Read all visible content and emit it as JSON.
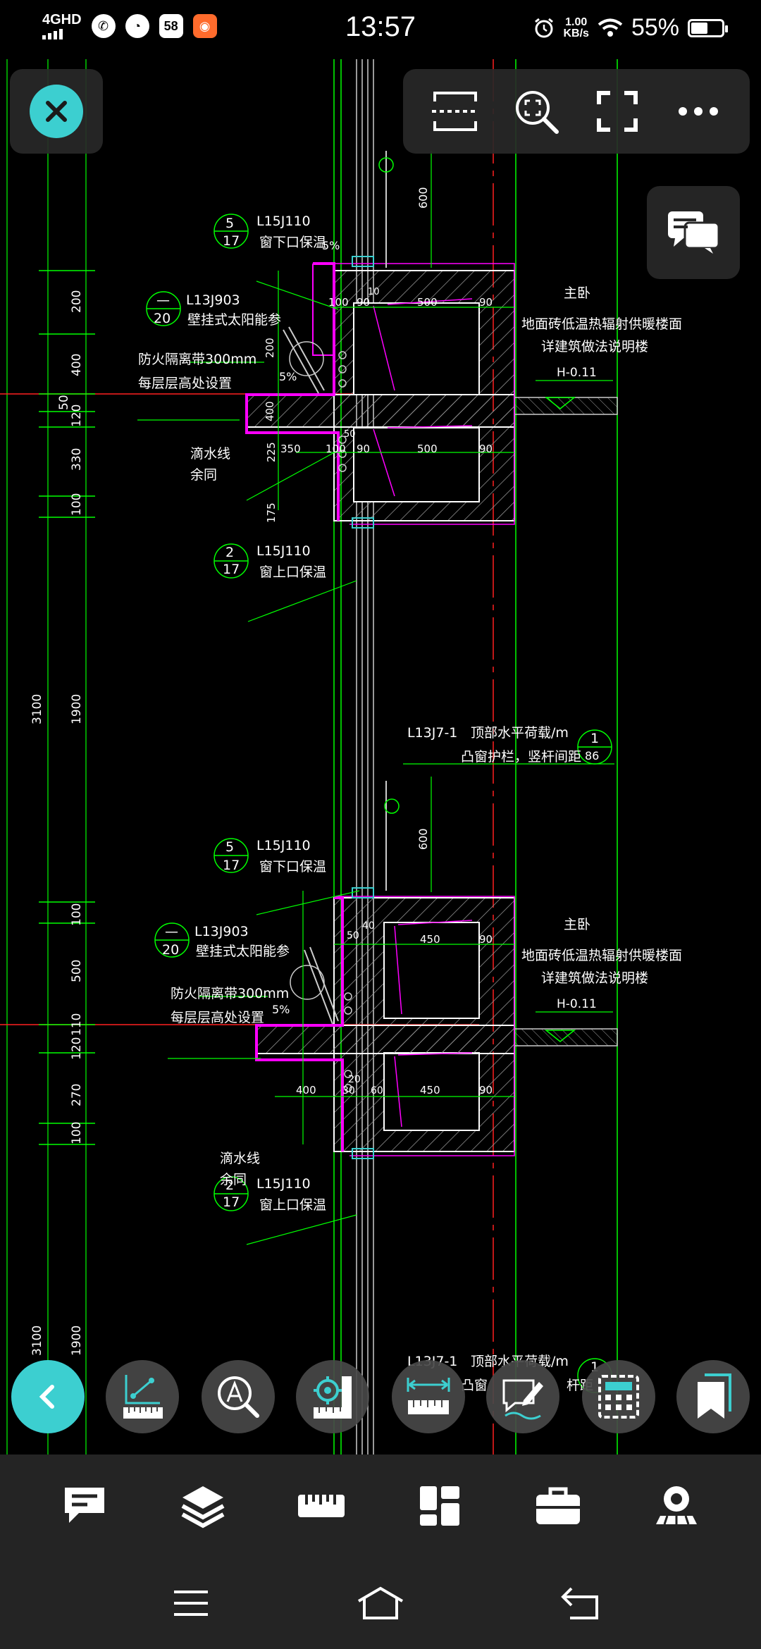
{
  "status_bar": {
    "network": "4GHD",
    "time": "13:57",
    "app_badge_58": "58",
    "speed_value": "1.00",
    "speed_unit": "KB/s",
    "battery_percent": "55%",
    "battery_level": 0.55
  },
  "drawing": {
    "upper": {
      "window_below_ref": {
        "num": "5",
        "sheet": "17",
        "code": "L15J110",
        "label": "窗下口保温"
      },
      "solar_ref": {
        "num": "—",
        "sheet": "20",
        "code": "L13J903",
        "label": "壁挂式太阳能参"
      },
      "firestop": "防火隔离带300mm",
      "per_floor": "每层层高处设置",
      "drip_line": "滴水线",
      "same": "余同",
      "window_above_ref": {
        "num": "2",
        "sheet": "17",
        "code": "L15J110",
        "label": "窗上口保温"
      },
      "room": "主卧",
      "floor_note1": "地面砖低温热辐射供暖楼面",
      "floor_note2": "详建筑做法说明楼",
      "elevation": "H-0.11",
      "slope": "5%",
      "dims": {
        "d600": "600",
        "d100a": "100",
        "d90a": "90",
        "d500a": "500",
        "d90b": "90",
        "d10": "10",
        "d350": "350",
        "d100b": "100",
        "d90c": "90",
        "d500b": "500",
        "d90d": "90",
        "d50": "50",
        "d225": "225",
        "d175": "175",
        "d200v": "200",
        "d400v": "400"
      }
    },
    "left_dims": {
      "v200": "200",
      "v400": "400",
      "v50": "50",
      "v120": "120",
      "v330": "330",
      "v100": "100",
      "v3100": "3100",
      "v1900": "1900"
    },
    "railing": {
      "code": "L13J7-1",
      "text1": "顶部水平荷载/m",
      "text2": "凸窗护栏，竖杆间距",
      "circle_num": "1",
      "circle_sheet": "86"
    },
    "lower": {
      "window_below_ref": {
        "num": "5",
        "sheet": "17",
        "code": "L15J110",
        "label": "窗下口保温"
      },
      "solar_ref": {
        "num": "—",
        "sheet": "20",
        "code": "L13J903",
        "label": "壁挂式太阳能参"
      },
      "firestop": "防火隔离带300mm",
      "per_floor": "每层层高处设置",
      "drip_line": "滴水线",
      "same": "余同",
      "window_above_ref": {
        "num": "2",
        "sheet": "17",
        "code": "L15J110",
        "label": "窗上口保温"
      },
      "room": "主卧",
      "floor_note1": "地面砖低温热辐射供暖楼面",
      "floor_note2": "详建筑做法说明楼",
      "elevation": "H-0.11",
      "slope": "5%",
      "dims": {
        "d600": "600",
        "d450a": "450",
        "d90a": "90",
        "d450b": "450",
        "d90b": "90",
        "d400": "400",
        "d30": "30",
        "d60": "60",
        "d50": "50",
        "d40": "40",
        "d20": "20"
      }
    },
    "left_dims_lower": {
      "v100": "100",
      "v500": "500",
      "v110": "110",
      "v120": "120",
      "v270": "270",
      "v100b": "100",
      "v3100": "3100",
      "v1900": "1900"
    },
    "partial": {
      "code": "L13J7-1",
      "text1": "顶部水平荷载/m",
      "text2": "凸窗",
      "tail": "杆距",
      "circle_num": "1"
    }
  },
  "icons": {
    "close": "close-icon",
    "toolbar": [
      "select-area-icon",
      "zoom-window-icon",
      "fullscreen-icon",
      "more-icon"
    ],
    "comment": "comment-icon",
    "tools": [
      "back-icon",
      "coordinate-measure-icon",
      "text-search-icon",
      "measure-settings-icon",
      "dimension-measure-icon",
      "annotate-icon",
      "calculator-icon",
      "bookmark-icon"
    ],
    "nav": [
      "annotation-icon",
      "layers-icon",
      "ruler-icon",
      "apps-icon",
      "toolbox-icon",
      "vr-icon"
    ],
    "system": [
      "menu-icon",
      "home-icon",
      "back-nav-icon"
    ]
  },
  "colors": {
    "accent": "#3ccfd0",
    "cad_green": "#00ff00",
    "cad_magenta": "#ff00ff",
    "cad_red": "#ff2020",
    "panel": "#242424"
  }
}
